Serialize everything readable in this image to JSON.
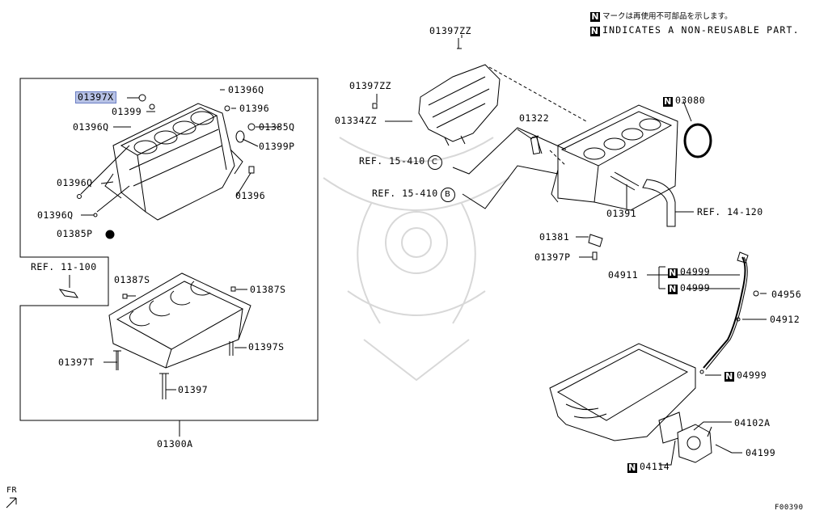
{
  "notes": {
    "jp": "マークは再使用不可部品を示します。",
    "en": "INDICATES A NON-REUSABLE PART.",
    "n_mark": "N"
  },
  "labels": {
    "p01397X": "01397X",
    "p01399": "01399",
    "p01396Q_a": "01396Q",
    "p01396Q_top": "01396Q",
    "p01396_a": "01396",
    "p01385Q": "01385Q",
    "p01399P": "01399P",
    "p01396Q_b": "01396Q",
    "p01396_b": "01396",
    "p01396Q_c": "01396Q",
    "p01385P": "01385P",
    "ref11": "REF. 11-100",
    "p01387S_a": "01387S",
    "p01387S_b": "01387S",
    "p01397S": "01397S",
    "p01397T": "01397T",
    "p01397": "01397",
    "p01300A": "01300A",
    "p01397ZZ_top": "01397ZZ",
    "p01397ZZ_mid": "01397ZZ",
    "p01334ZZ": "01334ZZ",
    "p01322": "01322",
    "ref15c": "REF. 15-410",
    "ref15c_circ": "C",
    "ref15b": "REF. 15-410",
    "ref15b_circ": "B",
    "p03080": "03080",
    "p01391": "01391",
    "ref14": "REF. 14-120",
    "p01381": "01381",
    "p01397P": "01397P",
    "p04911": "04911",
    "p04999_a": "04999",
    "p04999_b": "04999",
    "p04956": "04956",
    "p04912": "04912",
    "p04999_c": "04999",
    "p04102A": "04102A",
    "p04199": "04199",
    "p04114": "04114",
    "fr": "FR",
    "fig": "F00390"
  }
}
